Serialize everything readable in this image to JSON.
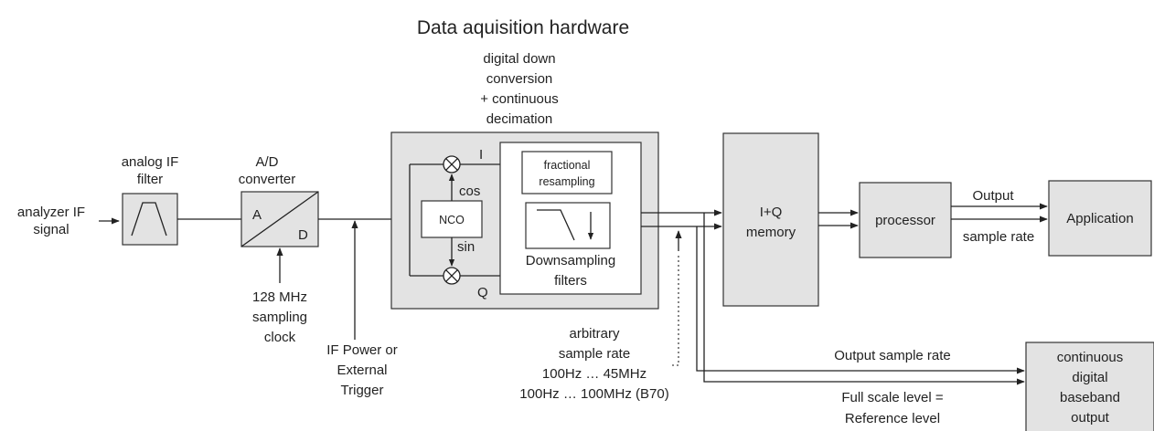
{
  "title": "Data aquisition hardware",
  "input": {
    "line1": "analyzer IF",
    "line2": "signal"
  },
  "analog_filter": {
    "line1": "analog IF",
    "line2": "filter"
  },
  "adc": {
    "line1": "A/D",
    "line2": "converter",
    "a": "A",
    "d": "D"
  },
  "clock": {
    "line1": "128 MHz",
    "line2": "sampling",
    "line3": "clock"
  },
  "trigger": {
    "line1": "IF Power or",
    "line2": "External",
    "line3": "Trigger"
  },
  "ddc": {
    "line1": "digital down",
    "line2": "conversion",
    "line3": "+ continuous",
    "line4": "decimation",
    "nco": "NCO",
    "i": "I",
    "q": "Q",
    "cos": "cos",
    "sin": "sin",
    "frac1": "fractional",
    "frac2": "resampling",
    "down1": "Downsampling",
    "down2": "filters"
  },
  "sample_rate": {
    "line1": "arbitrary",
    "line2": "sample rate",
    "line3": "100Hz … 45MHz",
    "line4": "100Hz … 100MHz (B70)"
  },
  "memory": {
    "line1": "I+Q",
    "line2": "memory"
  },
  "processor": {
    "label": "processor"
  },
  "application": {
    "label": "Application"
  },
  "proc_out": {
    "output": "Output",
    "rate": "sample rate"
  },
  "baseband": {
    "line1": "continuous",
    "line2": "digital",
    "line3": "baseband",
    "line4": "output",
    "out_rate": "Output sample rate",
    "full1": "Full scale level =",
    "full2": "Reference level"
  }
}
